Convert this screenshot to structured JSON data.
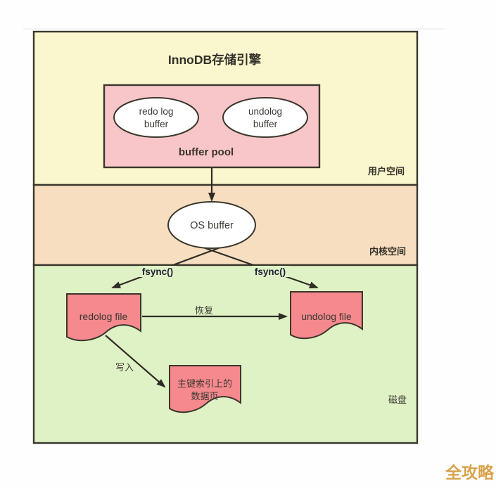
{
  "diagram": {
    "title": "InnoDB存储引擎",
    "regions": {
      "user_space": {
        "label": "用户空间",
        "color": "#faf6ce"
      },
      "kernel_space": {
        "label": "内核空间",
        "color": "#f8dec1"
      },
      "disk": {
        "label": "磁盘",
        "color": "#dff2c6"
      }
    },
    "buffer_pool": {
      "label": "buffer pool",
      "fill": "#f8c6c9"
    },
    "nodes": {
      "redo_log_buffer": {
        "line1": "redo log",
        "line2": "buffer",
        "fill": "#ffffff"
      },
      "undolog_buffer": {
        "line1": "undolog",
        "line2": "buffer",
        "fill": "#ffffff"
      },
      "os_buffer": {
        "label": "OS buffer",
        "fill": "#ffffff"
      },
      "redolog_file": {
        "label": "redolog file",
        "fill": "#f6898d"
      },
      "undolog_file": {
        "label": "undolog file",
        "fill": "#f6898d"
      },
      "primary_index_page": {
        "line1": "主键索引上的",
        "line2": "数据页",
        "fill": "#f6898d"
      }
    },
    "labels": {
      "fsync_left": "fsync()",
      "fsync_right": "fsync()",
      "recover": "恢复",
      "write": "写入"
    }
  },
  "watermark": {
    "text": "全攻略",
    "color": "#d69b3d"
  }
}
